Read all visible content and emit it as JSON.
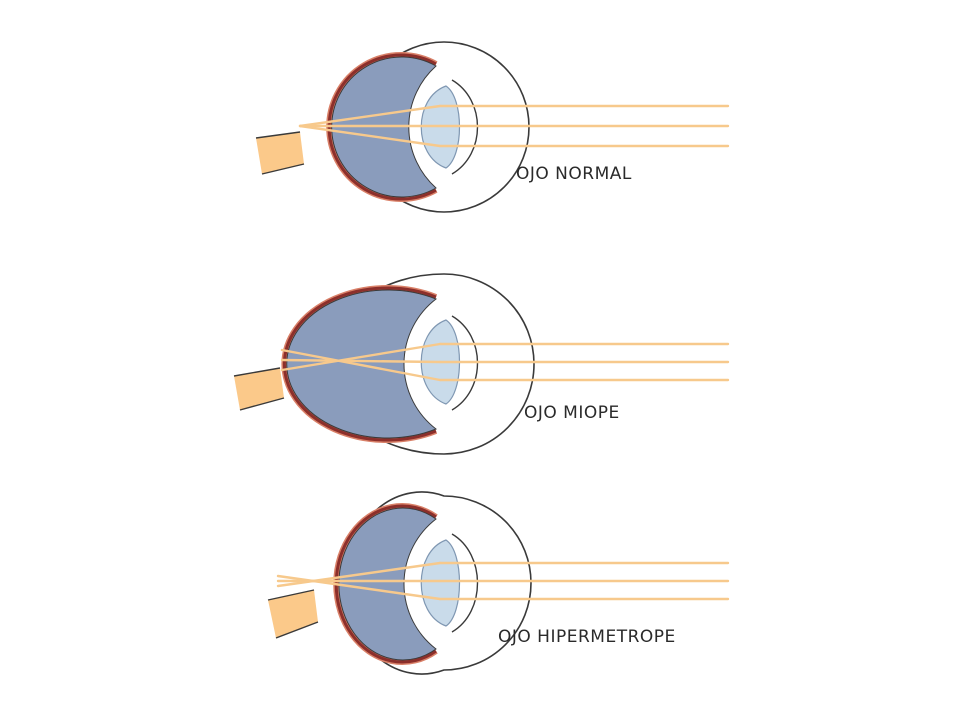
{
  "labels": {
    "normal": "OJO NORMAL",
    "myopic": "OJO MIOPE",
    "hyperopic": "OJO HIPERMETROPE"
  },
  "colors": {
    "background": "#ffffff",
    "sclera_fill": "#ffffff",
    "outline": "#3a3a3a",
    "vitreous": "#8a9cbc",
    "retina": "#8c2f2b",
    "choroid": "#d98068",
    "optic_nerve": "#fbc98a",
    "light_rays": "#f7c98c",
    "lens": "#c9dbea",
    "lens_edge": "#7f97b2",
    "label_text": "#2a2a2a"
  }
}
